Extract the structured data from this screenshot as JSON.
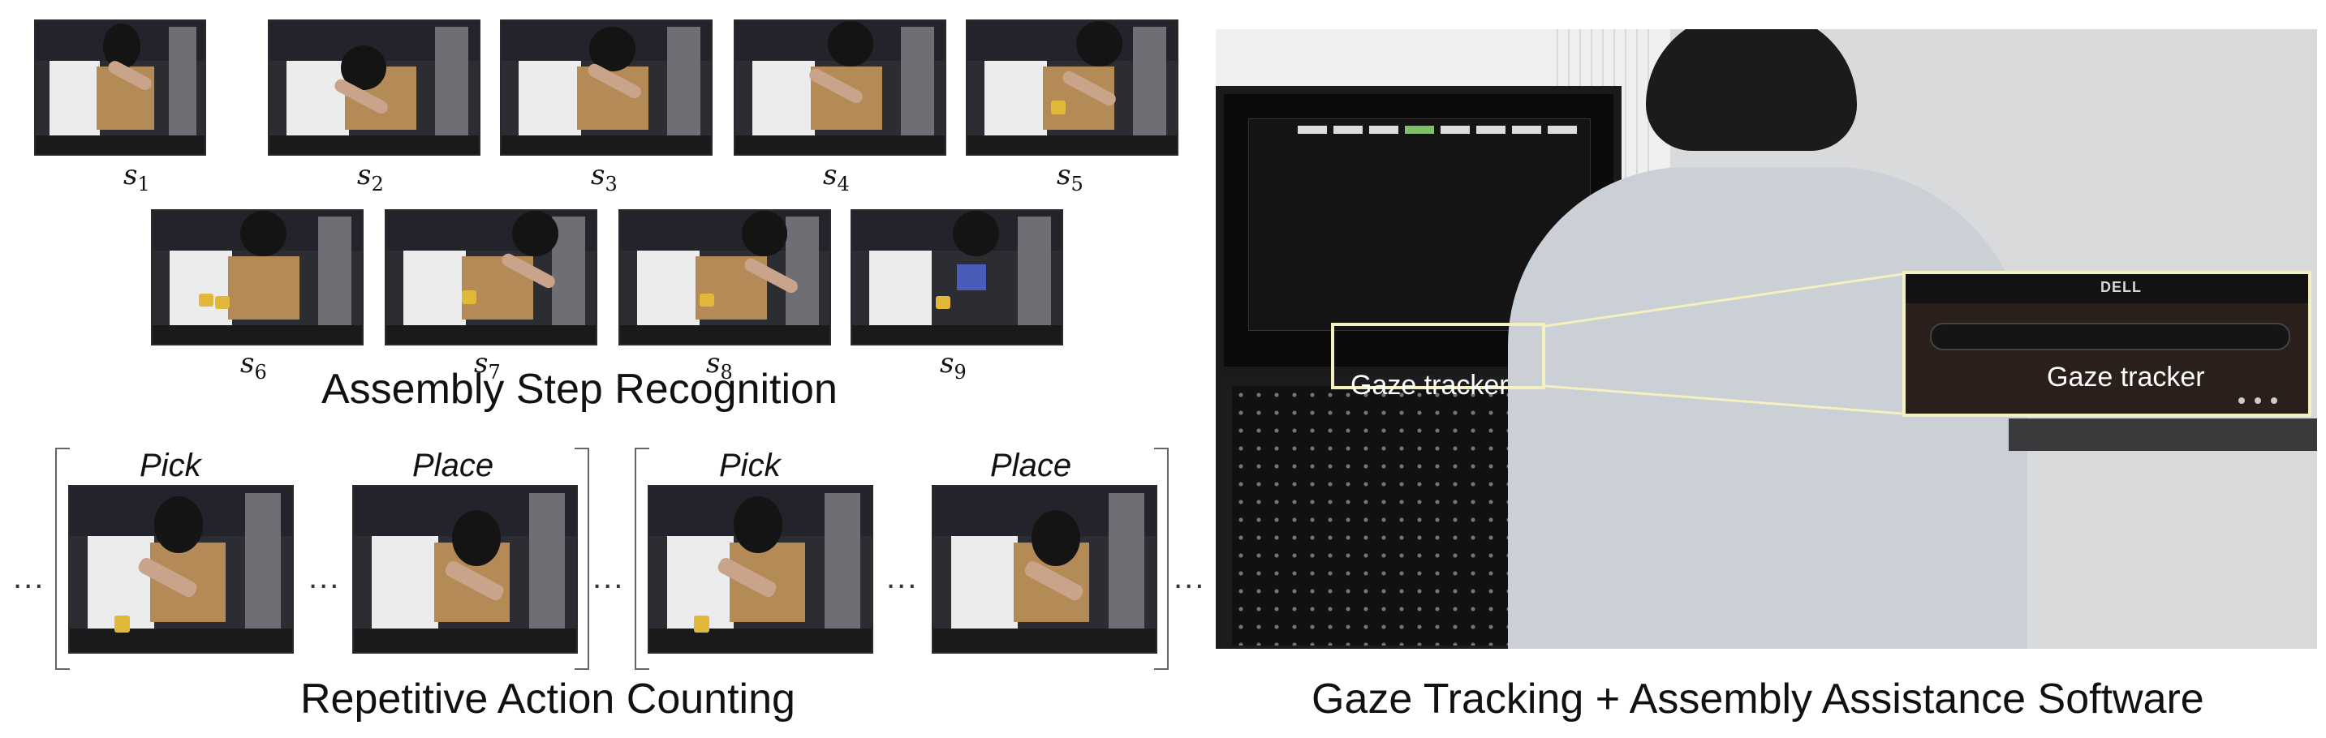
{
  "assembly_step_recognition": {
    "title": "Assembly Step Recognition",
    "step_labels": [
      "s1",
      "s2",
      "s3",
      "s4",
      "s5",
      "s6",
      "s7",
      "s8",
      "s9"
    ]
  },
  "repetitive_action_counting": {
    "title": "Repetitive Action Counting",
    "frame_labels": [
      "Pick",
      "Place",
      "Pick",
      "Place"
    ],
    "ellipsis": "..."
  },
  "gaze_tracking": {
    "title": "Gaze Tracking + Assembly Assistance Software",
    "tracker_label": "Gaze tracker",
    "zoom_tracker_label": "Gaze tracker",
    "monitor_brand": "DELL"
  },
  "colors": {
    "highlight": "#f4f0c0",
    "text": "#111111"
  }
}
